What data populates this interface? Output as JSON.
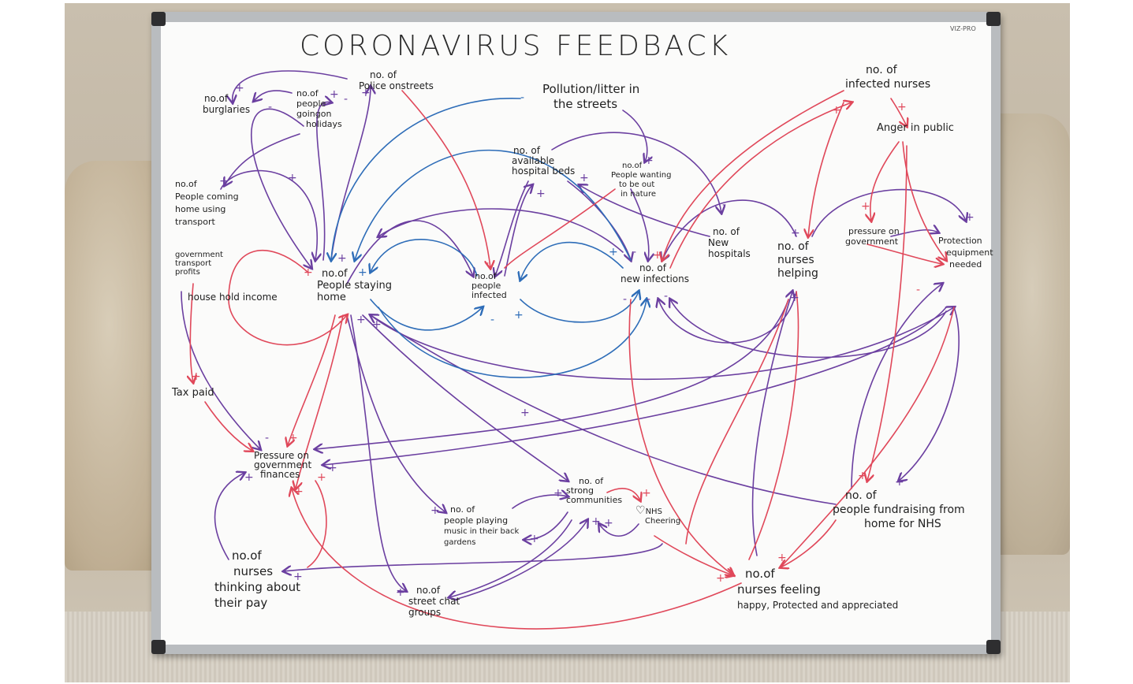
{
  "board": {
    "brand": "VIZ-PRO",
    "title": "CORONAVIRUS FEEDBACK"
  },
  "nodes": {
    "police": [
      "no. of",
      "Police onstreets"
    ],
    "burglaries": [
      "no.of",
      "burglaries"
    ],
    "holidays": [
      "no.of",
      "people",
      "goingon",
      "holidays"
    ],
    "pollution": [
      "Pollution/litter in",
      "the streets"
    ],
    "infected_nurses": [
      "no. of",
      "infected nurses"
    ],
    "anger": [
      "Anger in public"
    ],
    "beds": [
      "no. of",
      "available",
      "hospital beds"
    ],
    "nature": [
      "no.of",
      "People wanting",
      "to be out",
      "in nature"
    ],
    "coming_home": [
      "no.of",
      "People coming",
      "home using",
      "transport"
    ],
    "transport_profits": [
      "government",
      "transport",
      "profits"
    ],
    "household_income": [
      "house hold income"
    ],
    "staying_home": [
      "no.of",
      "People staying",
      "home"
    ],
    "people_infected": [
      "no.of",
      "people",
      "infected"
    ],
    "new_infections": [
      "no. of",
      "new infections"
    ],
    "new_hospitals": [
      "no. of",
      "New",
      "hospitals"
    ],
    "nurses_helping": [
      "no. of",
      "nurses",
      "helping"
    ],
    "pressure_gov": [
      "pressure on",
      "government"
    ],
    "protection": [
      "Protection",
      "equipment",
      "needed"
    ],
    "tax": [
      "Tax paid"
    ],
    "finances": [
      "Pressure on",
      "government",
      "finances"
    ],
    "music": [
      "no. of",
      "people playing",
      "music in their back",
      "gardens"
    ],
    "communities": [
      "no. of",
      "strong",
      "communities"
    ],
    "nhs_cheering": [
      "NHS",
      "Cheering"
    ],
    "fundraising": [
      "no. of",
      "people fundraising from",
      "home for NHS"
    ],
    "nurses_pay": [
      "no.of",
      "nurses",
      "thinking about",
      "their pay"
    ],
    "chat_groups": [
      "no.of",
      "street chat",
      "groups"
    ],
    "nurses_feeling": [
      "no.of",
      "nurses feeling",
      "happy, Protected and appreciated"
    ]
  },
  "signs": {
    "plus": "+",
    "minus": "-",
    "heart": "♡"
  },
  "colors": {
    "purple": "#6b3fa0",
    "red": "#e0485a",
    "blue": "#2e6db8",
    "ink": "#1f1f1f"
  }
}
